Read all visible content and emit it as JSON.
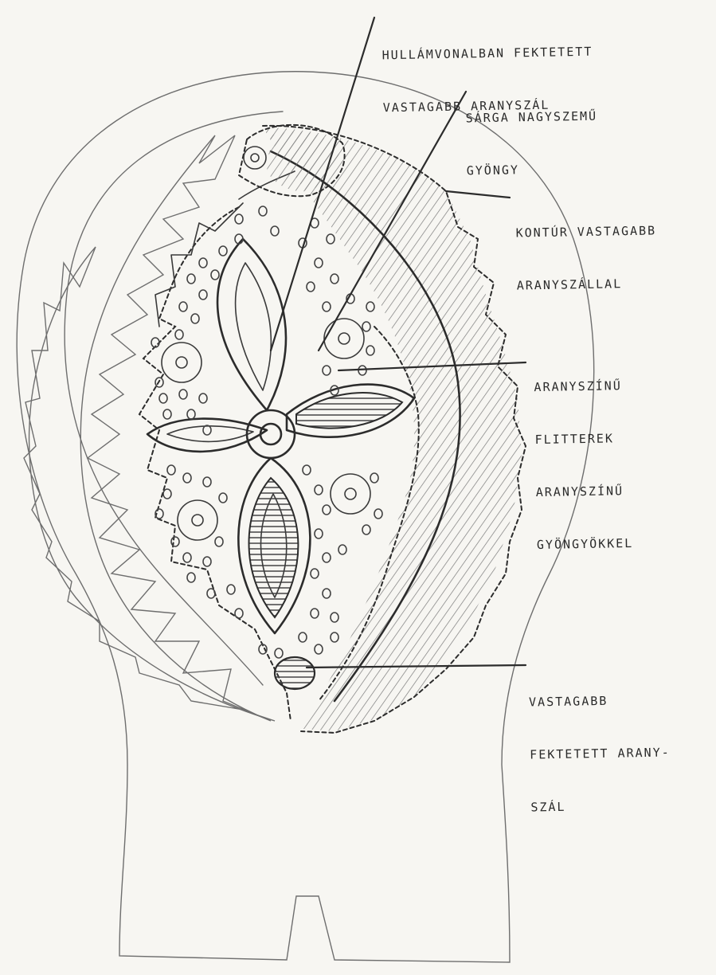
{
  "annotations": {
    "wavy_line_thread": [
      "HULLÁMVONALBAN FEKTETETT",
      "VASTAGABB ARANYSZÁL"
    ],
    "yellow_beads": [
      "SÁRGA NAGYSZEMŰ",
      "GYÖNGY"
    ],
    "contour_thread": [
      "KONTÚR VASTAGABB",
      "ARANYSZÁLLAL"
    ],
    "gold_sequins": [
      "ARANYSZÍNŰ",
      "FLITTEREK",
      "ARANYSZÍNŰ",
      "GYÖNGYÖKKEL"
    ],
    "laid_thread": [
      "VASTAGABB",
      "FEKTETETT ARANY-",
      "SZÁL"
    ]
  },
  "colors": {
    "ink": "#2c2c2c",
    "pencil": "#6e6e6e",
    "paper": "#f7f6f2"
  }
}
